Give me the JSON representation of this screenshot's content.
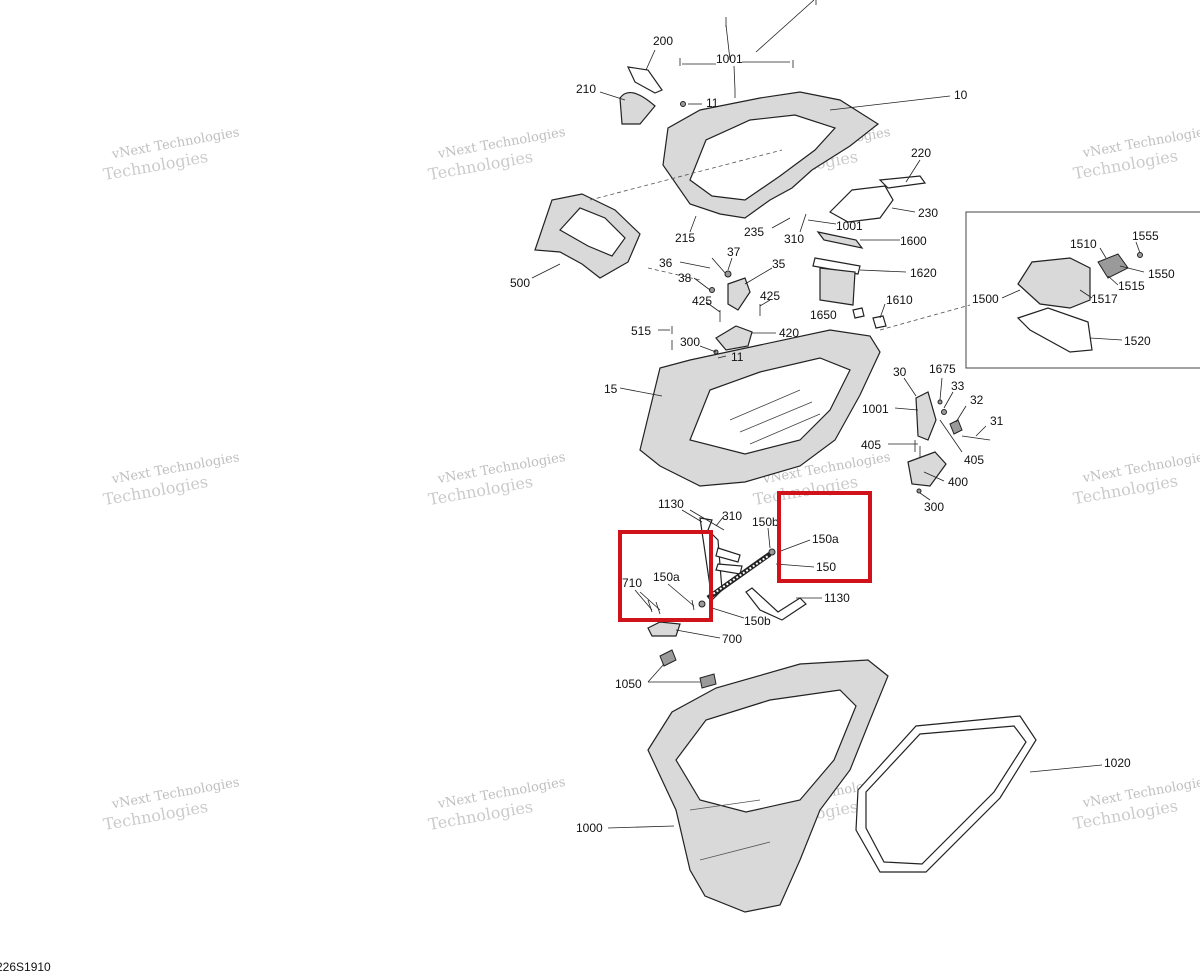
{
  "diagram_code": "226S1910",
  "watermark": {
    "line1": "vNext Technologies",
    "line2": "Technologies"
  },
  "highlight_color": "#d0121b",
  "callouts": {
    "c200": "200",
    "c1001a": "1001",
    "c210": "210",
    "c11a": "11",
    "c10": "10",
    "c220": "220",
    "c230": "230",
    "c1001b": "1001",
    "c500": "500",
    "c215": "215",
    "c235": "235",
    "c310a": "310",
    "c1600": "1600",
    "c37": "37",
    "c36": "36",
    "c35": "35",
    "c1620": "1620",
    "c38": "38",
    "c425a": "425",
    "c425b": "425",
    "c1650": "1650",
    "c1610": "1610",
    "c1555": "1555",
    "c1510": "1510",
    "c1550": "1550",
    "c1515": "1515",
    "c1500": "1500",
    "c1517": "1517",
    "c1520": "1520",
    "c515": "515",
    "c420": "420",
    "c300a": "300",
    "c11b": "11",
    "c15": "15",
    "c30": "30",
    "c1675": "1675",
    "c33": "33",
    "c32": "32",
    "c1001c": "1001",
    "c31": "31",
    "c405a": "405",
    "c405b": "405",
    "c400": "400",
    "c300b": "300",
    "c1130a": "1130",
    "c310b": "310",
    "c150b_top": "150b",
    "c150a_right": "150a",
    "c150": "150",
    "c710": "710",
    "c150a_left": "150a",
    "c1130b": "1130",
    "c150b_bottom": "150b",
    "c700": "700",
    "c1050": "1050",
    "c1020": "1020",
    "c1000": "1000"
  }
}
